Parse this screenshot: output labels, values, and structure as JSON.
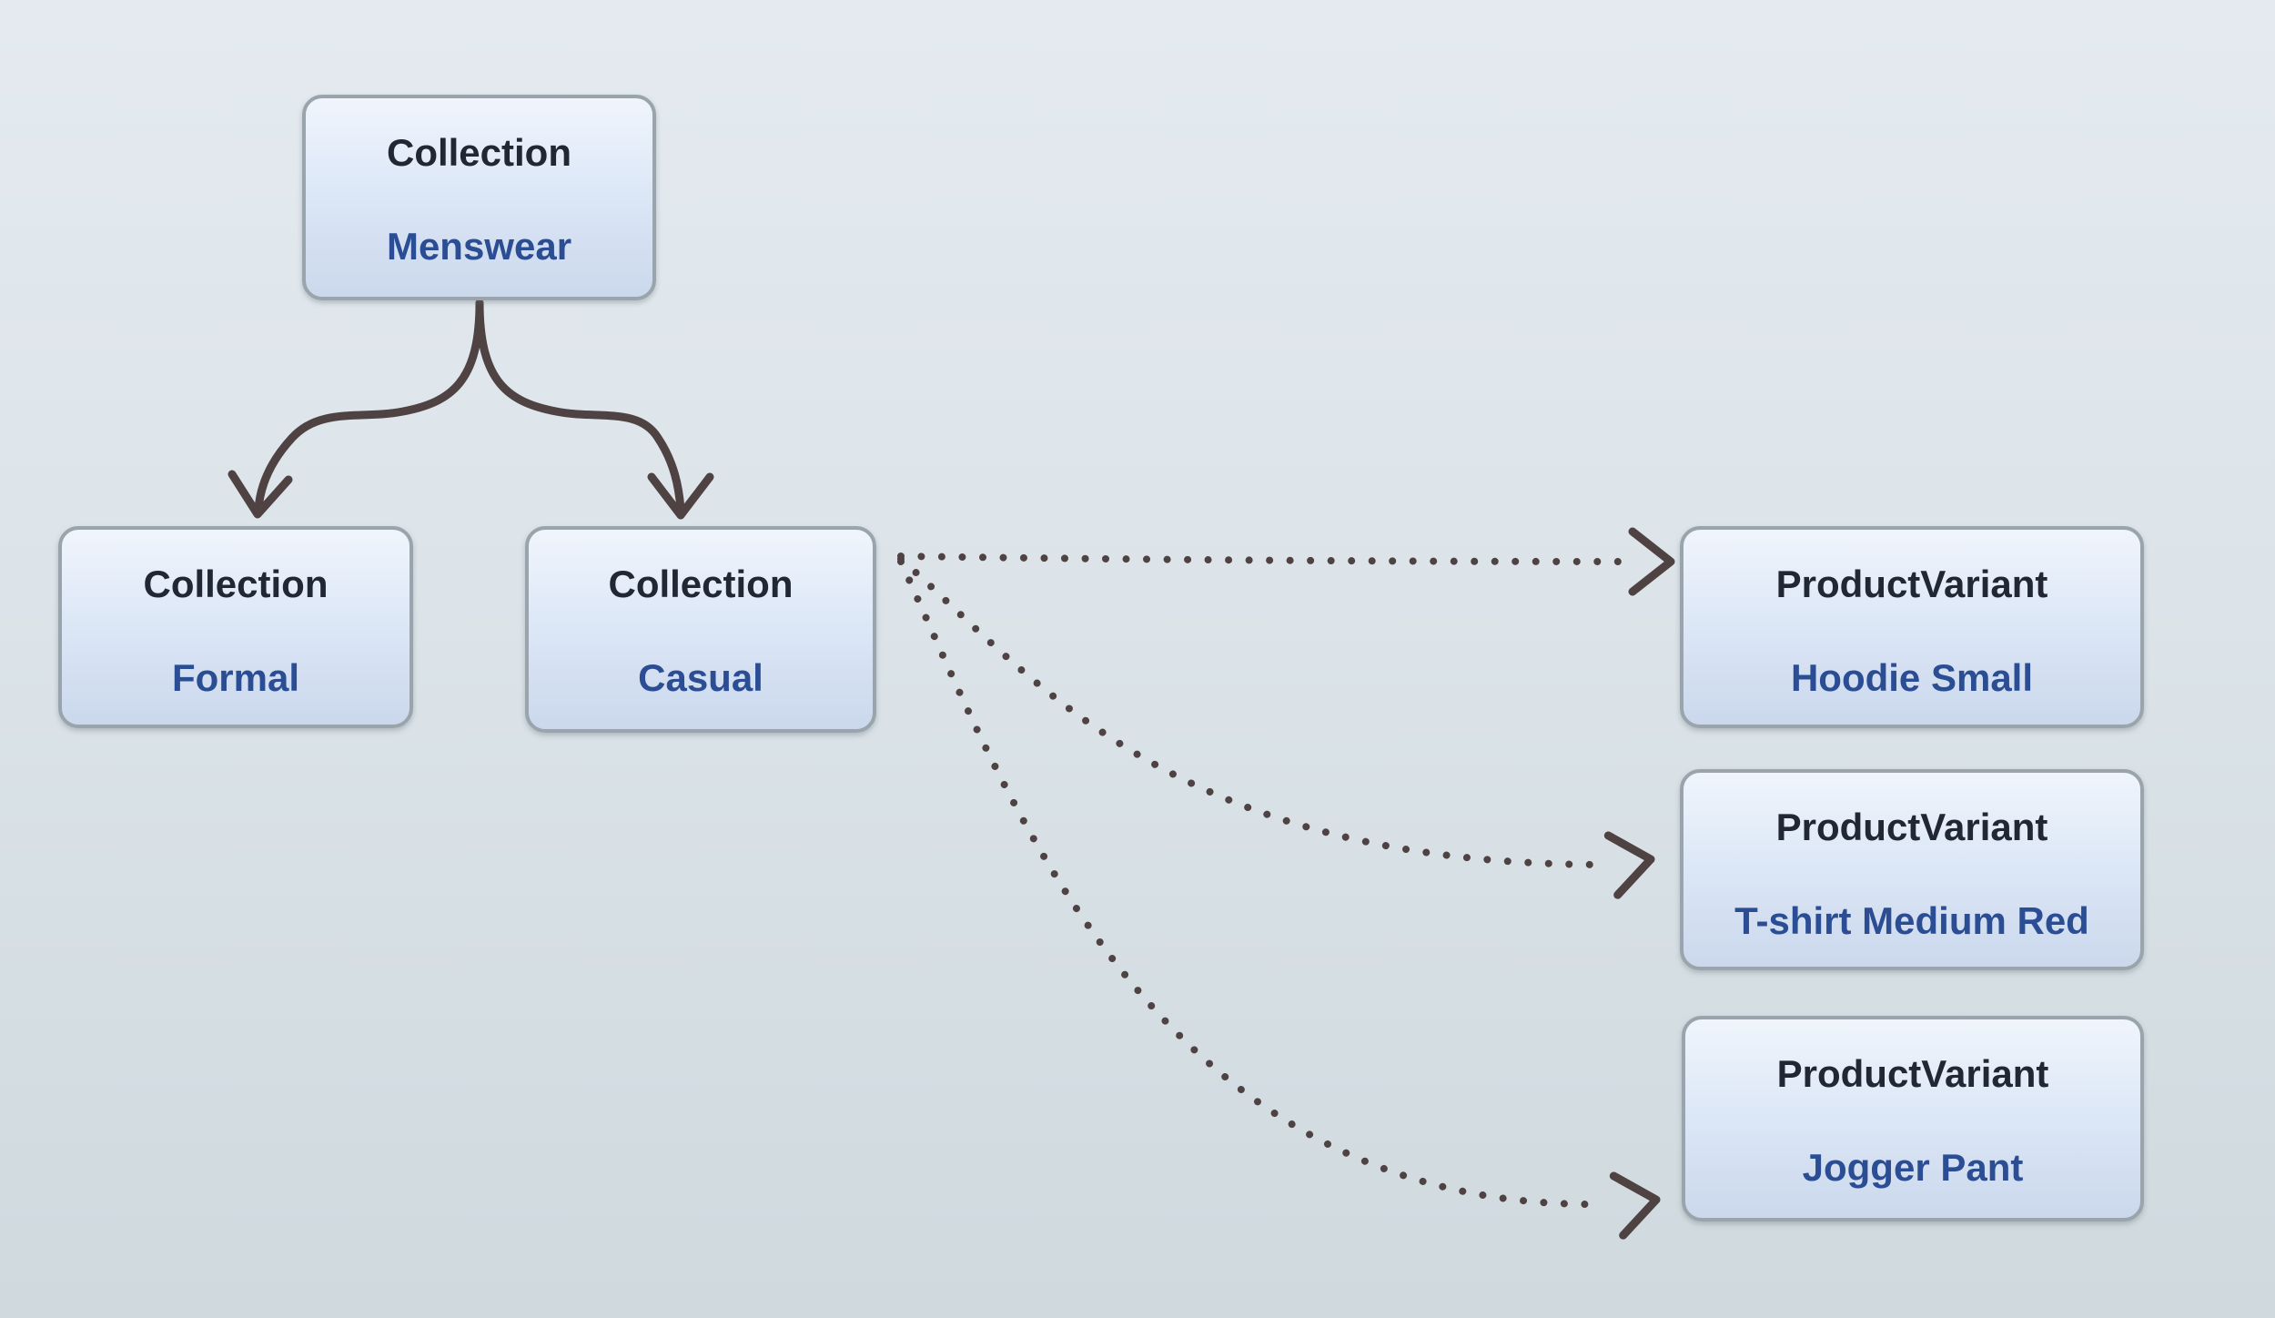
{
  "diagram": {
    "nodes": [
      {
        "id": "menswear",
        "type": "Collection",
        "name": "Menswear"
      },
      {
        "id": "formal",
        "type": "Collection",
        "name": "Formal"
      },
      {
        "id": "casual",
        "type": "Collection",
        "name": "Casual"
      },
      {
        "id": "hoodie",
        "type": "ProductVariant",
        "name": "Hoodie Small"
      },
      {
        "id": "tshirt",
        "type": "ProductVariant",
        "name": "T-shirt Medium Red"
      },
      {
        "id": "jogger",
        "type": "ProductVariant",
        "name": "Jogger Pant"
      }
    ],
    "edges": [
      {
        "from": "Menswear",
        "to": "Formal",
        "style": "solid-arrow"
      },
      {
        "from": "Menswear",
        "to": "Casual",
        "style": "solid-arrow"
      },
      {
        "from": "Casual",
        "to": "Hoodie Small",
        "style": "dotted-arrow"
      },
      {
        "from": "Casual",
        "to": "T-shirt Medium Red",
        "style": "dotted-arrow"
      },
      {
        "from": "Casual",
        "to": "Jogger Pant",
        "style": "dotted-arrow"
      }
    ]
  },
  "colors": {
    "background_top": "#e4eaf0",
    "background_bottom": "#cfd9de",
    "node_fill_top": "#f0f5fc",
    "node_fill_bottom": "#cbd8ec",
    "node_border": "#99a4ac",
    "node_type_text": "#212733",
    "node_value_text": "#2b4d94",
    "edge_stroke": "#4e4242"
  }
}
